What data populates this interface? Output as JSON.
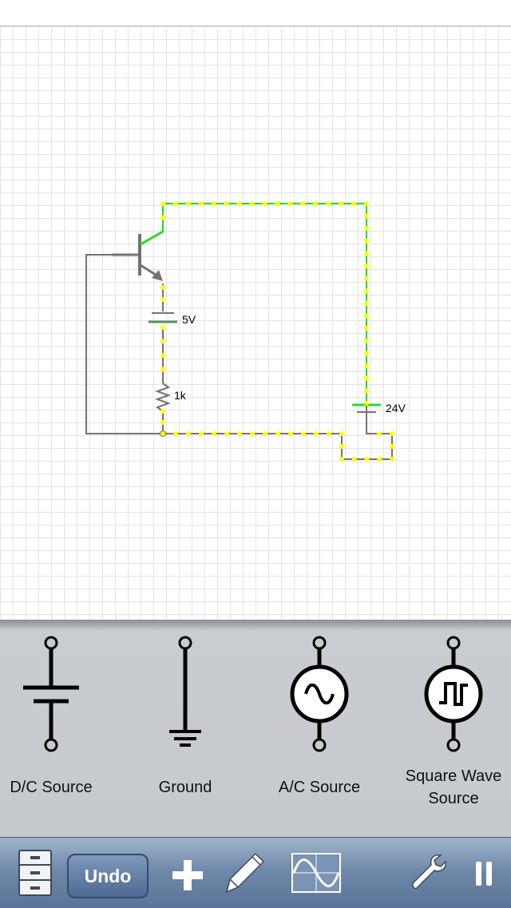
{
  "circuit": {
    "labels": {
      "battery_5v": "5V",
      "resistor": "1k",
      "battery_24v": "24V"
    }
  },
  "palette": {
    "items": [
      {
        "label": "D/C Source",
        "icon": "dc-source-icon"
      },
      {
        "label": "Ground",
        "icon": "ground-icon"
      },
      {
        "label": "A/C Source",
        "icon": "ac-source-icon"
      },
      {
        "label": "Square Wave Source",
        "icon": "square-wave-source-icon"
      }
    ]
  },
  "toolbar": {
    "undo_label": "Undo",
    "icons": [
      "file-cabinet-icon",
      "plus-icon",
      "pencil-icon",
      "oscilloscope-icon",
      "wrench-icon",
      "pause-icon"
    ]
  },
  "colors": {
    "wire": "#7a6f6f",
    "current_dot": "#ffff00",
    "energized": "#22dd22",
    "toolbar": "#6d87a8"
  }
}
